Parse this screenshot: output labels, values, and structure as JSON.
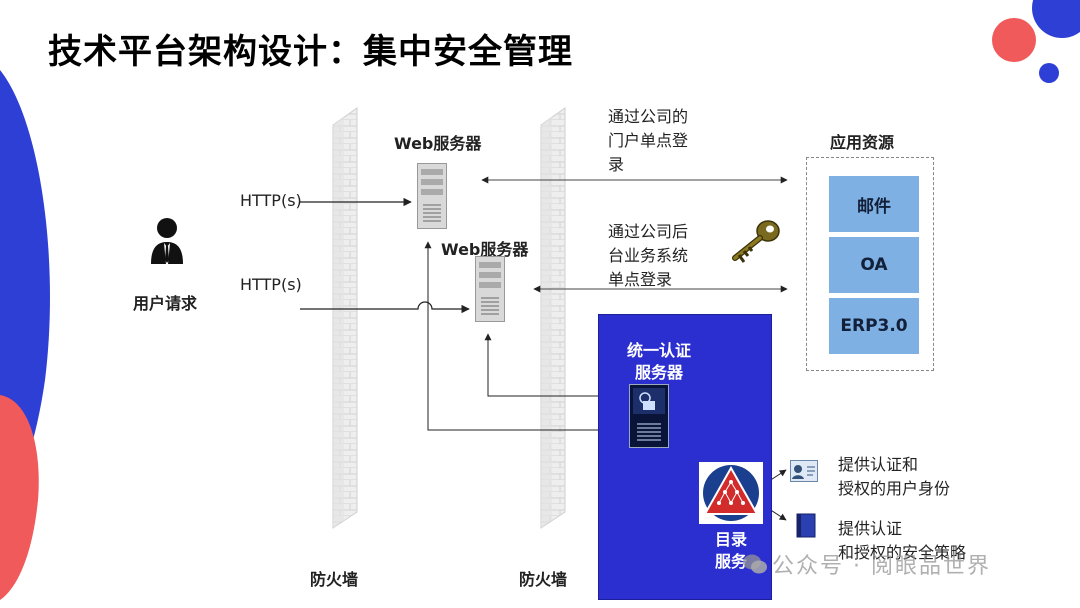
{
  "title": "技术平台架构设计：集中安全管理",
  "user": {
    "label": "用户请求"
  },
  "http_labels": [
    "HTTP(s)",
    "HTTP(s)"
  ],
  "web_servers": [
    "Web服务器",
    "Web服务器"
  ],
  "firewalls": [
    "防火墙",
    "防火墙"
  ],
  "sso_notes": {
    "portal": [
      "通过公司的",
      "门户单点登",
      "录"
    ],
    "backend": [
      "通过公司后",
      "台业务系统",
      "单点登录"
    ]
  },
  "resources": {
    "title": "应用资源",
    "items": [
      "邮件",
      "OA",
      "ERP3.0"
    ]
  },
  "auth_server": {
    "lines": [
      "统一认证",
      "服务器"
    ]
  },
  "directory": {
    "lines": [
      "目录",
      "服务"
    ]
  },
  "provides": [
    [
      "提供认证和",
      "授权的用户身份"
    ],
    [
      "提供认证",
      "和授权的安全策略"
    ]
  ],
  "watermark": "公众号 · 阅眼品世界",
  "colors": {
    "accent_blue": "#2b2fcf",
    "resource_blue": "#7fb0e3",
    "deco_red": "#f05a5a",
    "deco_blue": "#2e3fd6"
  }
}
